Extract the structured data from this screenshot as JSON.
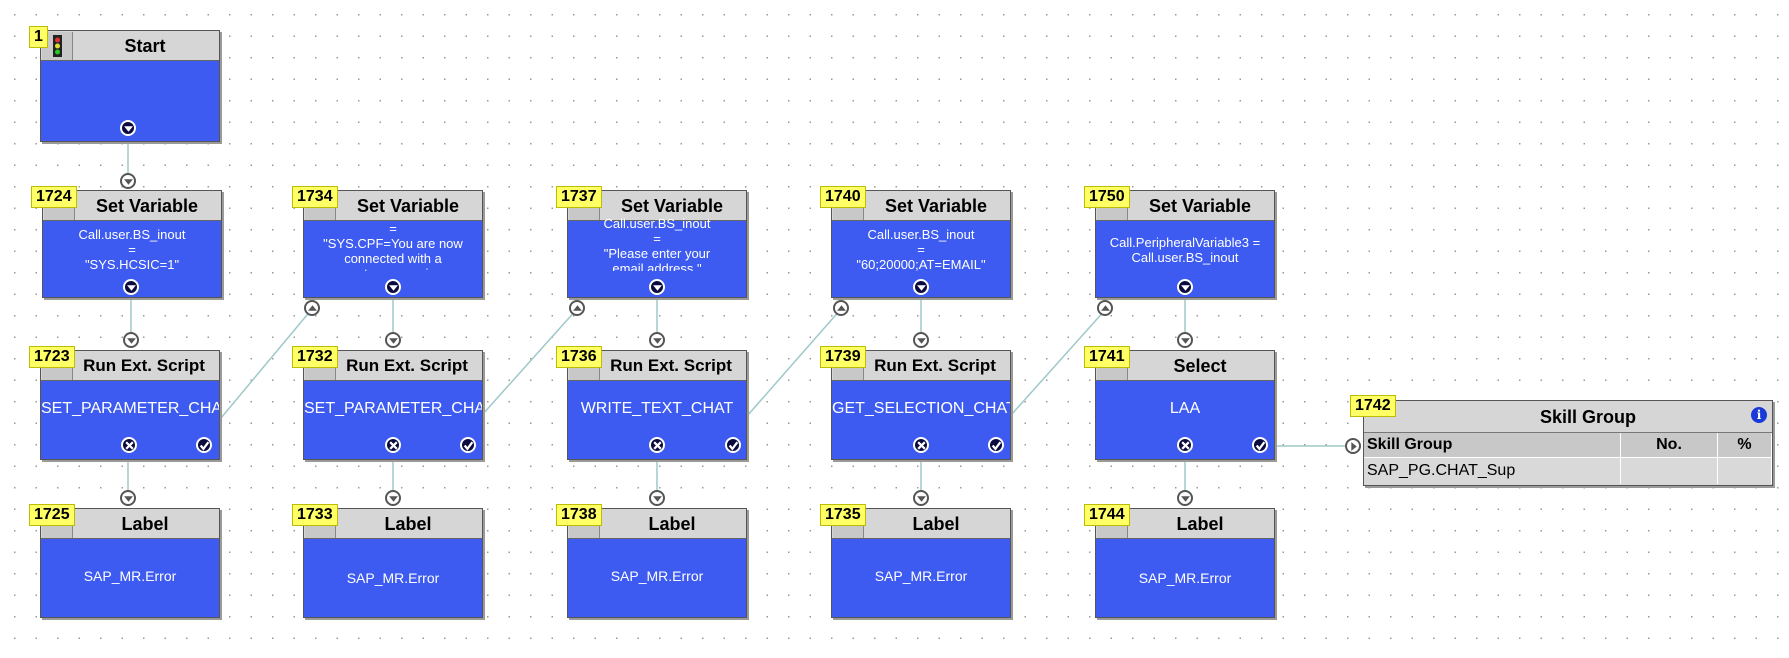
{
  "nodes": {
    "start": {
      "id": "1",
      "title": "Start",
      "icon": "traffic-light-icon"
    },
    "setvar1": {
      "id": "1724",
      "title": "Set Variable",
      "text": "Call.user.BS_inout\n=\n\"SYS.HCSIC=1\""
    },
    "setvar2": {
      "id": "1734",
      "title": "Set Variable",
      "text": "=\n\"SYS.CPF=You are now\nconnected with a\ncustomer service"
    },
    "setvar3": {
      "id": "1737",
      "title": "Set Variable",
      "text": "Call.user.BS_inout\n=\n\"Please enter your\nemail address.\""
    },
    "setvar4": {
      "id": "1740",
      "title": "Set Variable",
      "text": "Call.user.BS_inout\n=\n\"60;20000;AT=EMAIL\""
    },
    "setvar5": {
      "id": "1750",
      "title": "Set Variable",
      "text": "Call.PeripheralVariable3 =\nCall.user.BS_inout"
    },
    "script1": {
      "id": "1723",
      "title": "Run Ext. Script",
      "text": "SET_PARAMETER_CHAT"
    },
    "script2": {
      "id": "1732",
      "title": "Run Ext. Script",
      "text": "SET_PARAMETER_CHAT"
    },
    "script3": {
      "id": "1736",
      "title": "Run Ext. Script",
      "text": "WRITE_TEXT_CHAT"
    },
    "script4": {
      "id": "1739",
      "title": "Run Ext. Script",
      "text": "GET_SELECTION_CHAT"
    },
    "select": {
      "id": "1741",
      "title": "Select",
      "text": "LAA"
    },
    "label1": {
      "id": "1725",
      "title": "Label",
      "text": "SAP_MR.Error"
    },
    "label2": {
      "id": "1733",
      "title": "Label",
      "text": "SAP_MR.Error"
    },
    "label3": {
      "id": "1738",
      "title": "Label",
      "text": "SAP_MR.Error"
    },
    "label4": {
      "id": "1735",
      "title": "Label",
      "text": "SAP_MR.Error"
    },
    "label5": {
      "id": "1744",
      "title": "Label",
      "text": "SAP_MR.Error"
    }
  },
  "skill_group": {
    "id": "1742",
    "title": "Skill Group",
    "columns": [
      "Skill Group",
      "No.",
      "%"
    ],
    "rows": [
      [
        "SAP_PG.CHAT_Sup",
        "",
        ""
      ]
    ]
  },
  "colors": {
    "node_body": "#3d5bf0",
    "node_header": "#d6d6d6",
    "id_badge": "#ffff66",
    "wire": "#9fc8c8"
  }
}
